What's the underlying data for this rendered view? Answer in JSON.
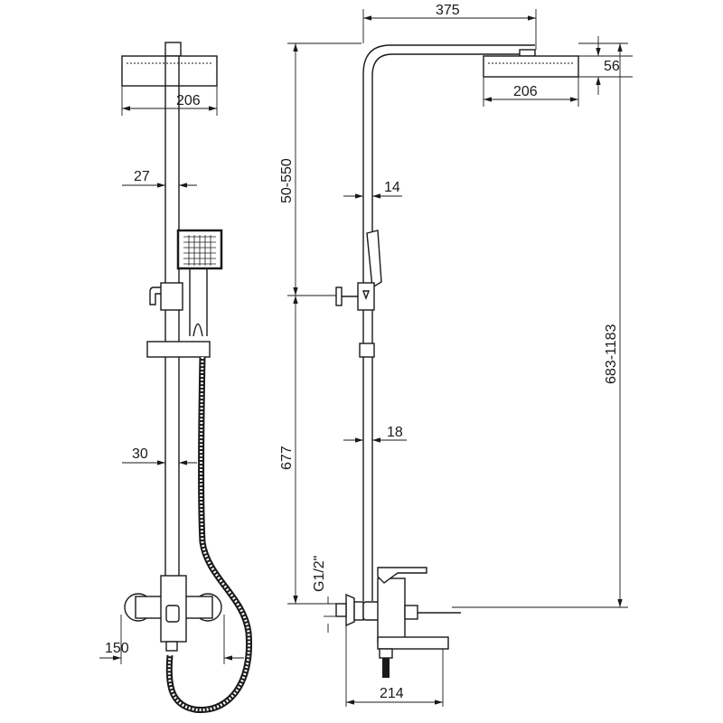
{
  "front_view": {
    "head_width": "206",
    "rod_diameter_upper": "27",
    "rod_diameter_lower": "30",
    "mixer_centers": "150"
  },
  "side_view": {
    "arm_length": "375",
    "head_height": "56",
    "head_width": "206",
    "rod_diameter_upper": "14",
    "adjustable_height": "50-550",
    "rod_diameter_lower": "18",
    "lower_height": "677",
    "total_height": "683-1183",
    "thread": "G1/2\"",
    "mixer_depth": "214"
  },
  "colors": {
    "line": "#1a1a1a",
    "background": "#ffffff"
  }
}
